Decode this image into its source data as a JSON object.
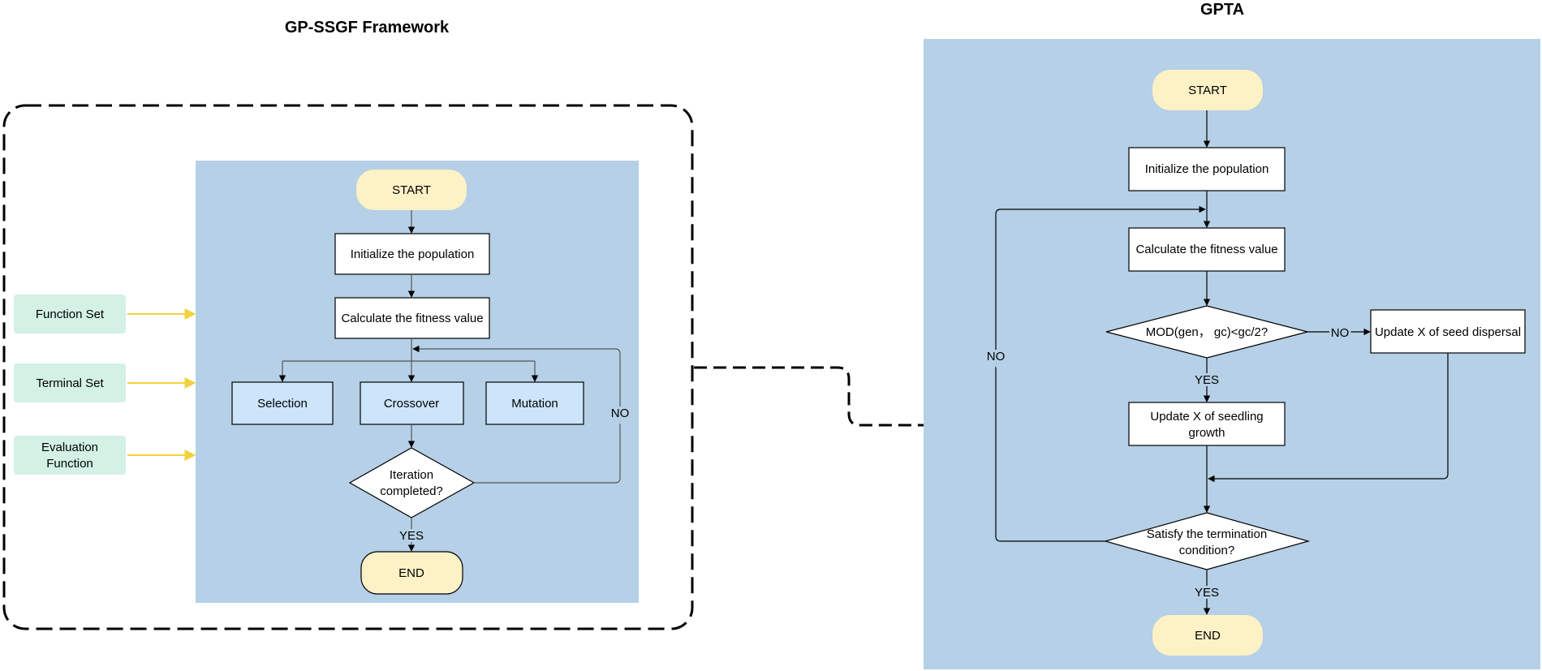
{
  "titles": {
    "left": "GP-SSGF Framework",
    "right": "GPTA"
  },
  "colors": {
    "panel_blue": "#b5d0e7",
    "terminal_fill": "#fdf1c6",
    "operator_fill": "#cce5fb",
    "input_fill": "#d3f1e5",
    "input_arrow": "#f3d23f",
    "line": "#000000"
  },
  "left": {
    "inputs": {
      "function_set": "Function Set",
      "terminal_set": "Terminal Set",
      "evaluation_function_line1": "Evaluation",
      "evaluation_function_line2": "Function"
    },
    "start": "START",
    "init": "Initialize the population",
    "fitness": "Calculate the fitness value",
    "selection": "Selection",
    "crossover": "Crossover",
    "mutation": "Mutation",
    "decision_line1": "Iteration",
    "decision_line2": "completed?",
    "no": "NO",
    "yes": "YES",
    "end": "END"
  },
  "right": {
    "start": "START",
    "init": "Initialize the population",
    "fitness": "Calculate the fitness value",
    "decision1": "MOD(gen， gc)<gc/2?",
    "no_right": "NO",
    "seed_dispersal": "Update X of seed dispersal",
    "yes1": "YES",
    "seedling_line1": "Update X of seedling",
    "seedling_line2": "growth",
    "decision2_line1": "Satisfy the termination",
    "decision2_line2": "condition?",
    "no_loop": "NO",
    "yes2": "YES",
    "end": "END"
  }
}
